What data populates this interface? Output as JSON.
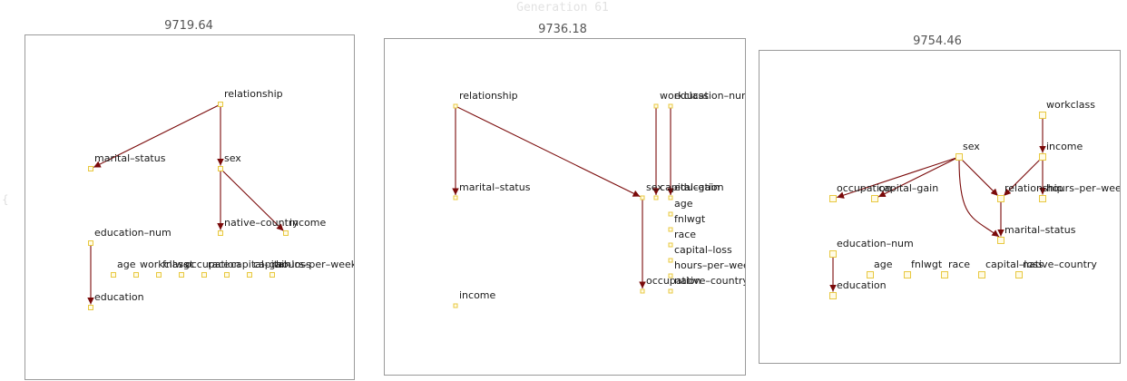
{
  "title": "Generation 61",
  "colors": {
    "edge": "#7a0a0a",
    "node_stroke": "#e8c840",
    "node_fill": "#fffbe6"
  },
  "panels": [
    {
      "score": "9719.64",
      "nodes": [
        {
          "id": "relationship",
          "label": "relationship"
        },
        {
          "id": "marital-status",
          "label": "marital–status"
        },
        {
          "id": "sex",
          "label": "sex"
        },
        {
          "id": "native-country",
          "label": "native–country"
        },
        {
          "id": "income",
          "label": "income"
        },
        {
          "id": "education-num",
          "label": "education–num"
        },
        {
          "id": "education",
          "label": "education"
        },
        {
          "id": "age",
          "label": "age"
        },
        {
          "id": "workclass",
          "label": "workclass"
        },
        {
          "id": "fnlwgt",
          "label": "fnlwgt"
        },
        {
          "id": "occupation",
          "label": "occupation"
        },
        {
          "id": "race",
          "label": "race"
        },
        {
          "id": "capital-gain",
          "label": "capital–gain"
        },
        {
          "id": "capital-loss",
          "label": "capital–loss"
        },
        {
          "id": "hours-per-week",
          "label": "hours–per–week"
        }
      ],
      "edges": [
        [
          "relationship",
          "marital-status"
        ],
        [
          "relationship",
          "sex"
        ],
        [
          "sex",
          "native-country"
        ],
        [
          "sex",
          "income"
        ],
        [
          "education-num",
          "education"
        ]
      ]
    },
    {
      "score": "9736.18",
      "nodes": [
        {
          "id": "relationship",
          "label": "relationship"
        },
        {
          "id": "workclass",
          "label": "workclass"
        },
        {
          "id": "education-num",
          "label": "education–num"
        },
        {
          "id": "marital-status",
          "label": "marital–status"
        },
        {
          "id": "sex",
          "label": "sex"
        },
        {
          "id": "capital-gain",
          "label": "capital–gain"
        },
        {
          "id": "education",
          "label": "education"
        },
        {
          "id": "age",
          "label": "age"
        },
        {
          "id": "fnlwgt",
          "label": "fnlwgt"
        },
        {
          "id": "race",
          "label": "race"
        },
        {
          "id": "capital-loss",
          "label": "capital–loss"
        },
        {
          "id": "hours-per-week",
          "label": "hours–per–week"
        },
        {
          "id": "native-country",
          "label": "native–country"
        },
        {
          "id": "occupation",
          "label": "occupation"
        },
        {
          "id": "income",
          "label": "income"
        }
      ],
      "edges": [
        [
          "relationship",
          "marital-status"
        ],
        [
          "relationship",
          "sex"
        ],
        [
          "workclass",
          "capital-gain"
        ],
        [
          "education-num",
          "education"
        ],
        [
          "sex",
          "occupation"
        ]
      ]
    },
    {
      "score": "9754.46",
      "nodes": [
        {
          "id": "workclass",
          "label": "workclass"
        },
        {
          "id": "sex",
          "label": "sex"
        },
        {
          "id": "income",
          "label": "income"
        },
        {
          "id": "occupation",
          "label": "occupation"
        },
        {
          "id": "capital-gain",
          "label": "capital–gain"
        },
        {
          "id": "relationship",
          "label": "relationship"
        },
        {
          "id": "hours-per-week",
          "label": "hours–per–week"
        },
        {
          "id": "marital-status",
          "label": "marital–status"
        },
        {
          "id": "education-num",
          "label": "education–num"
        },
        {
          "id": "education",
          "label": "education"
        },
        {
          "id": "age",
          "label": "age"
        },
        {
          "id": "fnlwgt",
          "label": "fnlwgt"
        },
        {
          "id": "race",
          "label": "race"
        },
        {
          "id": "capital-loss",
          "label": "capital–loss"
        },
        {
          "id": "native-country",
          "label": "native–country"
        }
      ],
      "edges": [
        [
          "workclass",
          "income"
        ],
        [
          "income",
          "hours-per-week"
        ],
        [
          "income",
          "relationship"
        ],
        [
          "sex",
          "occupation"
        ],
        [
          "sex",
          "capital-gain"
        ],
        [
          "sex",
          "relationship"
        ],
        [
          "sex",
          "marital-status"
        ],
        [
          "relationship",
          "marital-status"
        ],
        [
          "education-num",
          "education"
        ]
      ]
    }
  ]
}
